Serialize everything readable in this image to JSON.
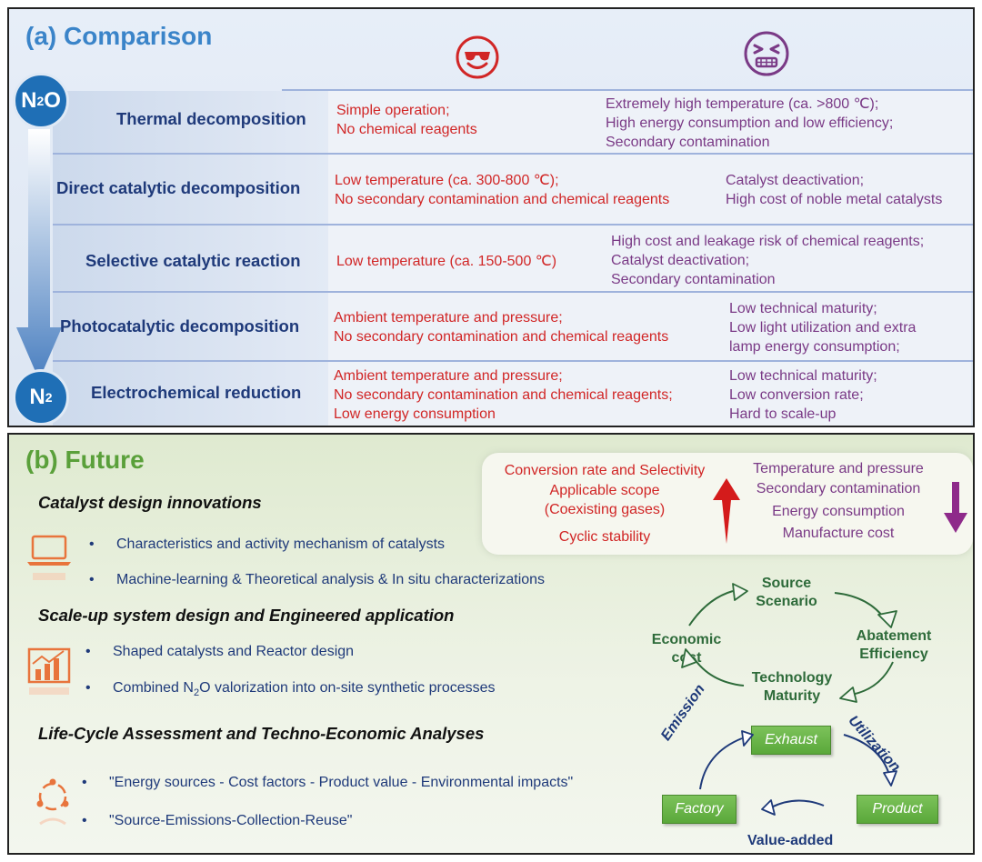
{
  "panel_a": {
    "title": "(a) Comparison",
    "molecule_top": {
      "text": "N",
      "sub": "2",
      "tail": "O"
    },
    "molecule_bottom": {
      "text": "N",
      "sub": "2"
    },
    "icons": {
      "pros": "cool-smiley-icon",
      "cons": "sad-face-icon"
    },
    "colors": {
      "pros": "#d12626",
      "cons": "#7a3a86",
      "method": "#1f3a7a",
      "title": "#3a84c9"
    },
    "rows": [
      {
        "method": "Thermal decomposition",
        "pros": [
          "Simple operation;",
          "No chemical reagents"
        ],
        "cons": [
          "Extremely high temperature (ca. >800 ℃);",
          "High energy consumption and low efficiency;",
          "Secondary contamination"
        ]
      },
      {
        "method": "Direct catalytic decomposition",
        "pros": [
          "Low temperature (ca. 300-800 ℃);",
          "No secondary contamination and chemical reagents"
        ],
        "cons": [
          "Catalyst deactivation;",
          "High cost of noble metal catalysts"
        ]
      },
      {
        "method": "Selective catalytic reaction",
        "pros": [
          "Low temperature (ca. 150-500 ℃)"
        ],
        "cons": [
          "High cost and leakage risk of chemical reagents;",
          "Catalyst deactivation;",
          "Secondary contamination"
        ]
      },
      {
        "method": "Photocatalytic decomposition",
        "pros": [
          "Ambient temperature and pressure;",
          "No secondary contamination and chemical reagents"
        ],
        "cons": [
          "Low technical maturity;",
          "Low light utilization and extra",
          "lamp energy consumption;"
        ]
      },
      {
        "method": "Electrochemical reduction",
        "pros": [
          "Ambient temperature and pressure;",
          "No secondary contamination and chemical reagents;",
          "Low energy consumption"
        ],
        "cons": [
          "Low technical maturity;",
          "Low conversion rate;",
          "Hard to scale-up"
        ]
      }
    ]
  },
  "panel_b": {
    "title": "(b) Future",
    "colors": {
      "title": "#5aa03a",
      "increase": "#d12626",
      "decrease": "#7a3a86",
      "cycle": "#2e6b3a",
      "box": "#5aa83a"
    },
    "sections": [
      {
        "heading": "Catalyst design innovations",
        "icon": "laptop-icon",
        "bullets": [
          "Characteristics and activity mechanism of catalysts",
          "Machine-learning & Theoretical analysis & In situ characterizations"
        ]
      },
      {
        "heading": "Scale-up system design and Engineered application",
        "icon": "bar-chart-icon",
        "bullets": [
          "Shaped catalysts and Reactor design",
          "Combined N₂O valorization into on-site synthetic processes"
        ]
      },
      {
        "heading": "Life-Cycle Assessment and Techno-Economic Analyses",
        "icon": "cycle-icon",
        "bullets": [
          "\"Energy sources - Cost factors - Product value - Environmental impacts\"",
          "\"Source-Emissions-Collection-Reuse\""
        ]
      }
    ],
    "bullet_2_1": {
      "pre": "Combined N",
      "sub": "2",
      "post": "O valorization into on-site synthetic processes"
    },
    "increase": [
      "Conversion rate and Selectivity",
      "Applicable scope",
      "(Coexisting gases)",
      "Cyclic stability"
    ],
    "decrease": [
      "Temperature and pressure",
      "Secondary contamination",
      "Energy consumption",
      "Manufacture cost"
    ],
    "cycle": {
      "source": [
        "Source",
        "Scenario"
      ],
      "abatement": [
        "Abatement",
        "Efficiency"
      ],
      "technology": [
        "Technology",
        "Maturity"
      ],
      "economic": [
        "Economic",
        "cost"
      ]
    },
    "flow": {
      "exhaust": "Exhaust",
      "factory": "Factory",
      "product": "Product",
      "emission": "Emission",
      "utilization": "Utilization",
      "value_added": "Value-added"
    }
  }
}
